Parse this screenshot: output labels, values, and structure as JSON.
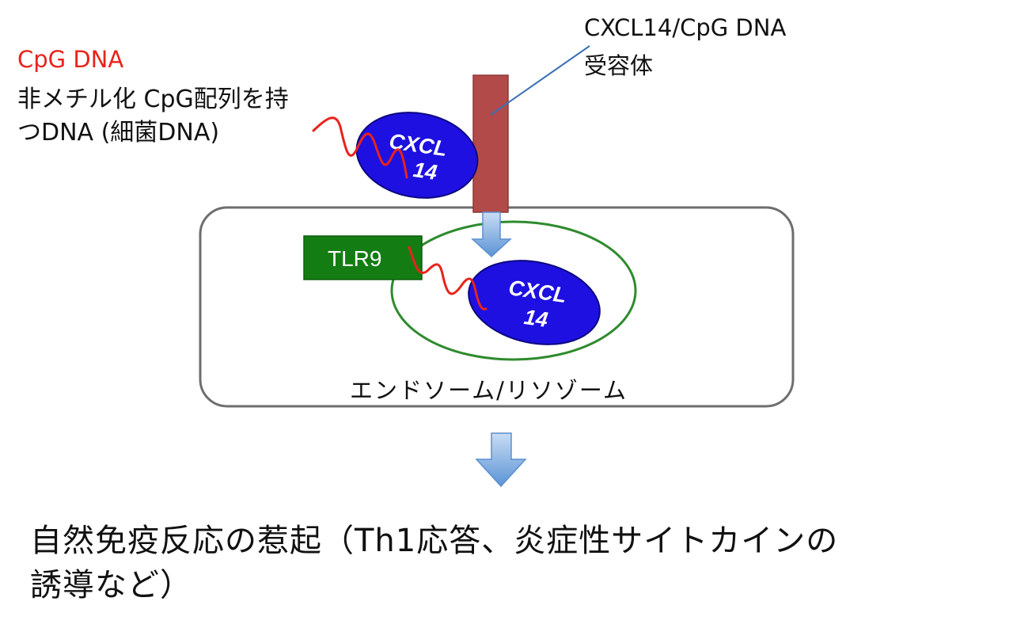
{
  "cpg": {
    "title": "CpG DNA",
    "desc_line1": "非メチル化 CpG配列を持",
    "desc_line2": "つDNA (細菌DNA)"
  },
  "receptor": {
    "line1": "CXCL14/CpG DNA",
    "line2": "受容体"
  },
  "cxcl_outer": {
    "line1": "CXCL",
    "line2": "14"
  },
  "cxcl_inner": {
    "line1": "CXCL",
    "line2": "14"
  },
  "tlr9": {
    "label": "TLR9"
  },
  "endosome": {
    "label": "エンドソーム/リソゾーム"
  },
  "result": {
    "line1": "自然免疫反応の惹起（Th1応答、炎症性サイトカインの",
    "line2": "誘導など）"
  },
  "colors": {
    "cpg_red": "#e8231b",
    "cxcl_blue": "#1e10e0",
    "receptor_brown": "#b24a4a",
    "tlr9_green": "#137d13",
    "vesicle_green": "#2e8b2e",
    "arrow_blue": "#6fa6e0"
  }
}
